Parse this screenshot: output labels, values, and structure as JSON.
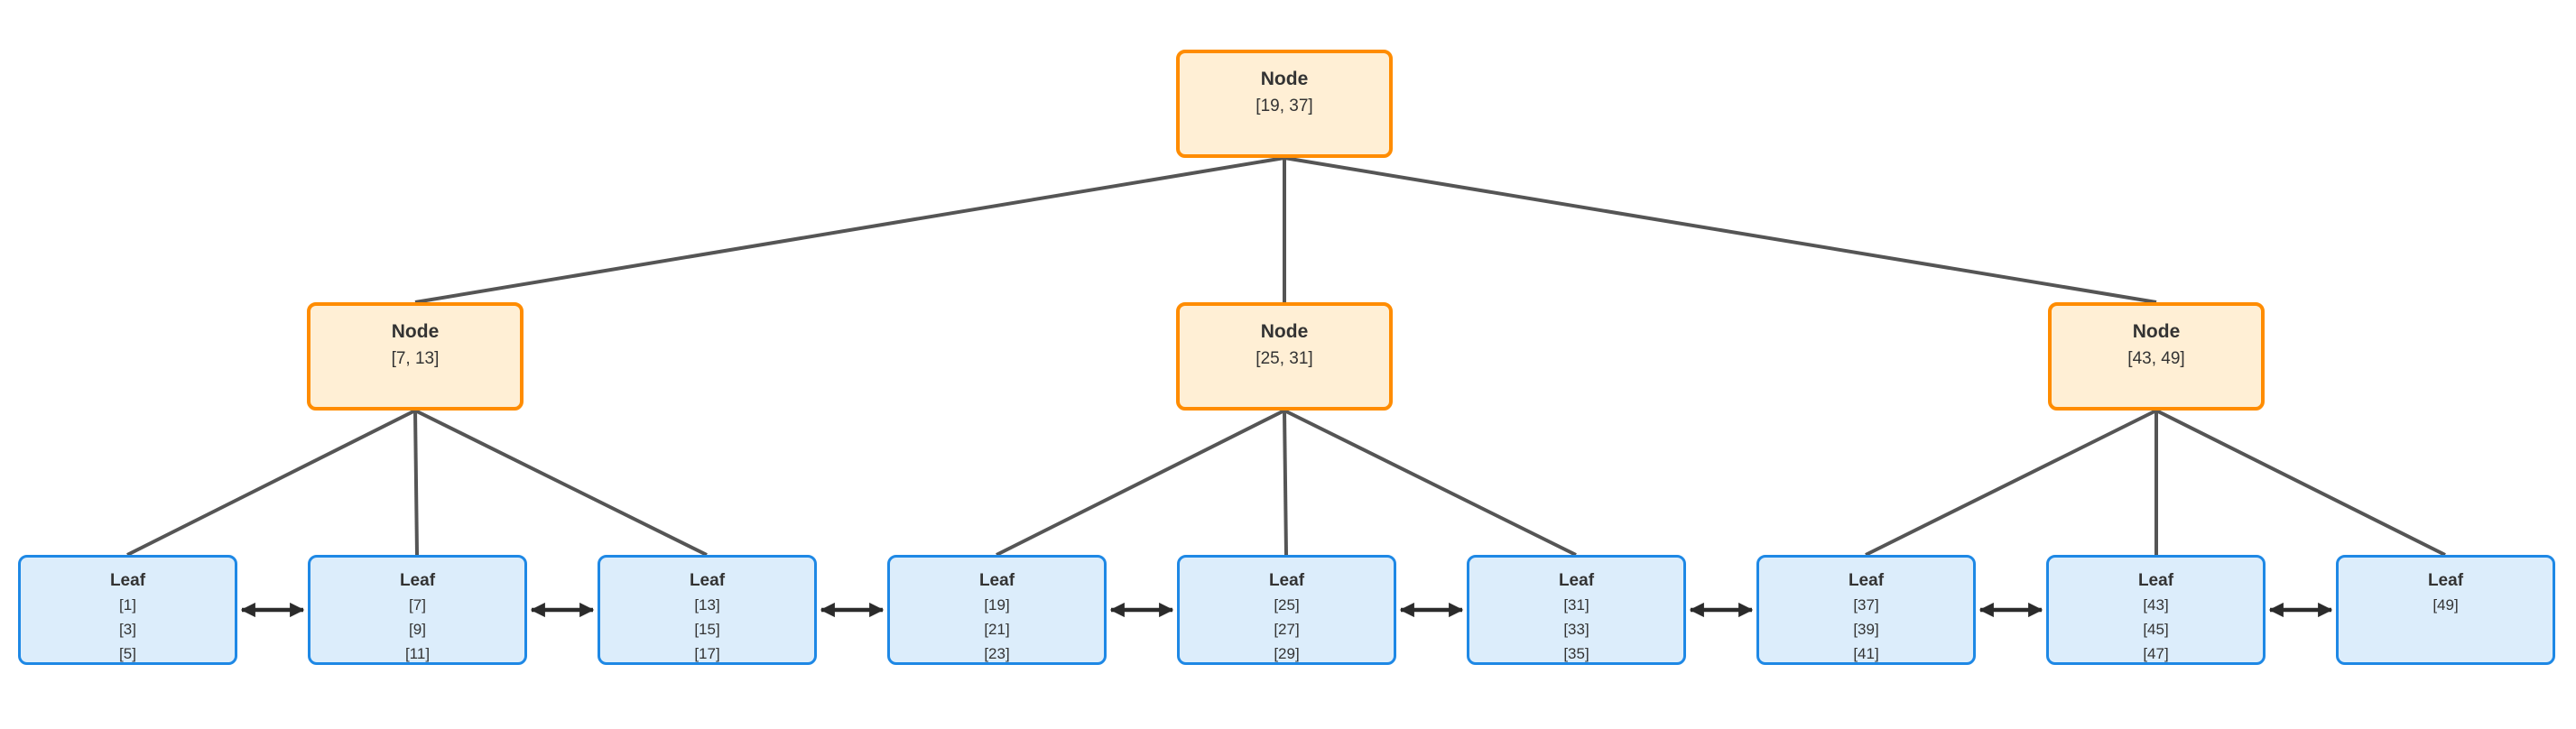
{
  "diagram": {
    "kind": "B+ tree",
    "colors": {
      "internal_fill": "#ffefd5",
      "internal_border": "#ff8c00",
      "leaf_fill": "#dcedfb",
      "leaf_border": "#1e88e5",
      "tree_edge": "#555555",
      "leaf_link_arrow": "#2b2b2b",
      "text": "#333333"
    },
    "root": {
      "label": "Node",
      "keys": "[19, 37]"
    },
    "internal_nodes": [
      {
        "label": "Node",
        "keys": "[7, 13]"
      },
      {
        "label": "Node",
        "keys": "[25, 31]"
      },
      {
        "label": "Node",
        "keys": "[43, 49]"
      }
    ],
    "leaves": [
      {
        "label": "Leaf",
        "values": [
          "[1]",
          "[3]",
          "[5]"
        ]
      },
      {
        "label": "Leaf",
        "values": [
          "[7]",
          "[9]",
          "[11]"
        ]
      },
      {
        "label": "Leaf",
        "values": [
          "[13]",
          "[15]",
          "[17]"
        ]
      },
      {
        "label": "Leaf",
        "values": [
          "[19]",
          "[21]",
          "[23]"
        ]
      },
      {
        "label": "Leaf",
        "values": [
          "[25]",
          "[27]",
          "[29]"
        ]
      },
      {
        "label": "Leaf",
        "values": [
          "[31]",
          "[33]",
          "[35]"
        ]
      },
      {
        "label": "Leaf",
        "values": [
          "[37]",
          "[39]",
          "[41]"
        ]
      },
      {
        "label": "Leaf",
        "values": [
          "[43]",
          "[45]",
          "[47]"
        ]
      },
      {
        "label": "Leaf",
        "values": [
          "[49]"
        ]
      }
    ]
  }
}
